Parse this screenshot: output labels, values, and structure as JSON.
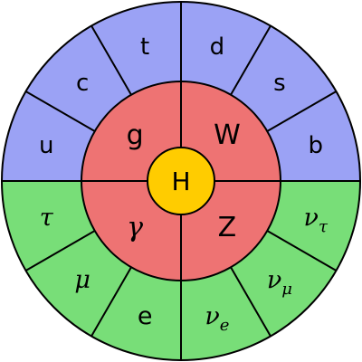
{
  "colors": {
    "quarks": "#9BA2F5",
    "leptons": "#78DE78",
    "bosons": "#EE7373",
    "higgs": "#FFCC00",
    "outline": "#000000"
  },
  "higgs": {
    "label": "H"
  },
  "quarks": [
    {
      "symbol": "u"
    },
    {
      "symbol": "c"
    },
    {
      "symbol": "t"
    },
    {
      "symbol": "d"
    },
    {
      "symbol": "s"
    },
    {
      "symbol": "b"
    }
  ],
  "leptons": [
    {
      "base": "ν",
      "sub": "τ"
    },
    {
      "base": "ν",
      "sub": "μ"
    },
    {
      "base": "ν",
      "sub": "e"
    },
    {
      "base": "e",
      "sub": ""
    },
    {
      "base": "μ",
      "sub": ""
    },
    {
      "base": "τ",
      "sub": ""
    }
  ],
  "bosons": [
    {
      "symbol": "W"
    },
    {
      "symbol": "Z"
    },
    {
      "symbol": "γ"
    },
    {
      "symbol": "g"
    }
  ]
}
